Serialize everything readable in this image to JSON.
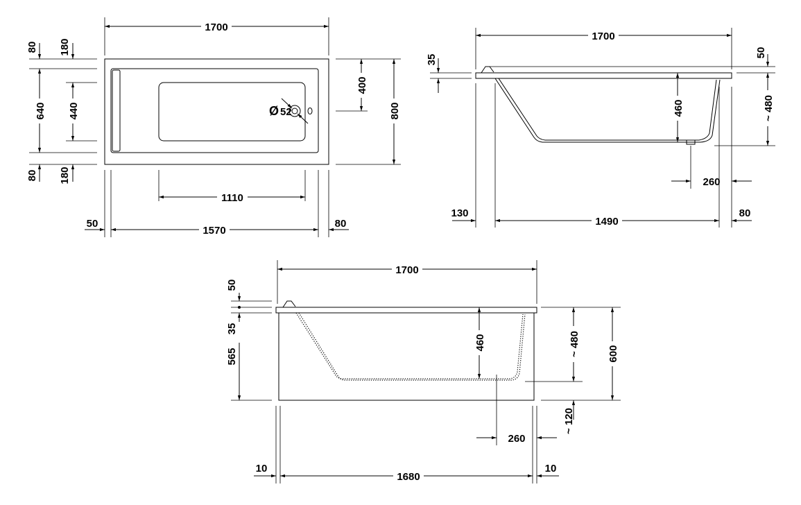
{
  "top_view": {
    "overall_length": "1700",
    "overall_width": "800",
    "inner_length": "1570",
    "inner_width": "640",
    "basin_width": "440",
    "rim_left": "50",
    "rim_right": "80",
    "rim_top": "80",
    "rim_bottom": "80",
    "edge_top": "180",
    "edge_bottom": "180",
    "drain_offset": "400",
    "basin_flat_length": "1110",
    "overflow_diameter": "52"
  },
  "side_view_top": {
    "overall_length": "1700",
    "rim_thickness": "35",
    "rim_edge": "50",
    "inner_depth": "460",
    "total_depth": "~ 480",
    "drain_position": "260",
    "left_offset": "130",
    "bottom_length": "1490",
    "right_offset": "80"
  },
  "side_view_front": {
    "overall_length": "1700",
    "rim_edge": "50",
    "rim_thickness": "35",
    "panel_height": "565",
    "inner_depth": "460",
    "total_depth": "~ 480",
    "total_height": "600",
    "drain_height": "~ 120",
    "drain_position": "260",
    "left_offset": "10",
    "panel_length": "1680",
    "right_offset": "10"
  },
  "symbols": {
    "diameter": "Ø"
  },
  "colors": {
    "line": "#000000",
    "background": "#ffffff"
  }
}
